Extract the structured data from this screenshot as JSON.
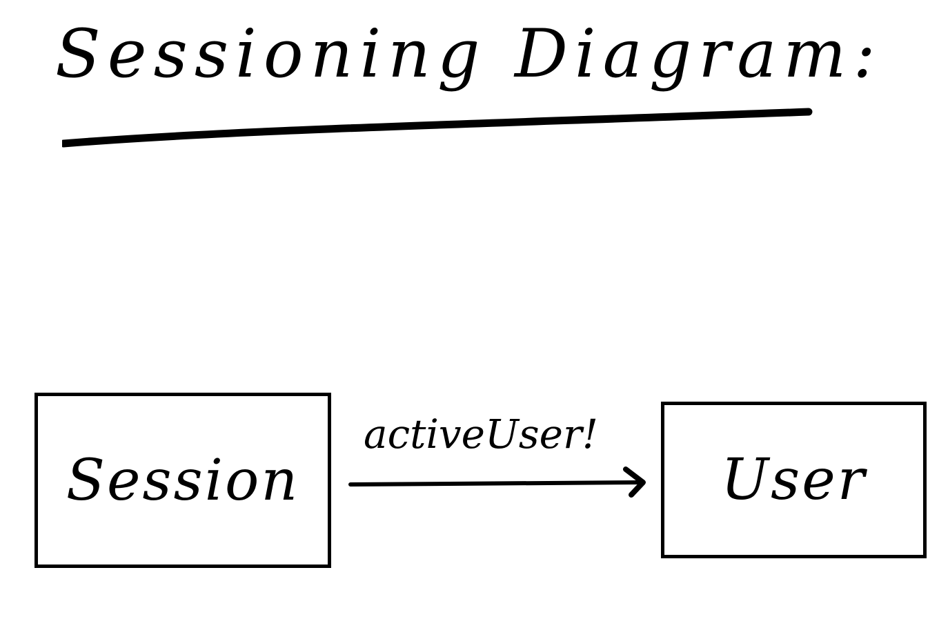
{
  "title": "Sessioning Diagram:",
  "nodes": {
    "session": {
      "label": "Session"
    },
    "user": {
      "label": "User"
    }
  },
  "edge": {
    "label": "activeUser!"
  }
}
